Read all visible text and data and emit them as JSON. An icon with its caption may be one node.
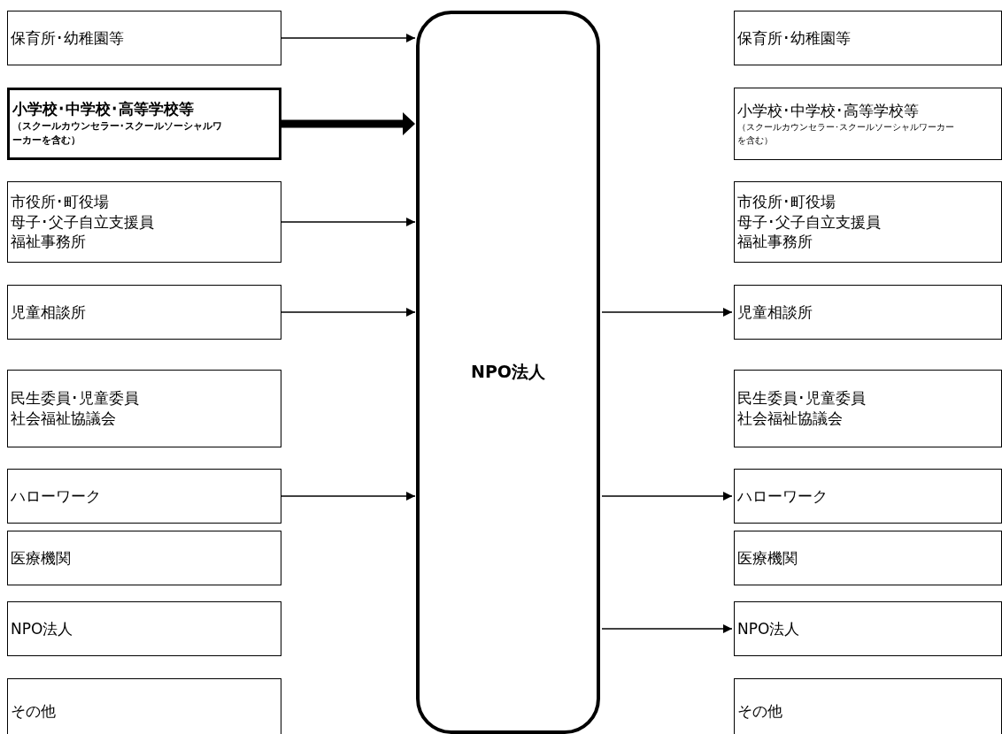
{
  "diagram": {
    "nodes": [
      {
        "text": [
          "保育所･幼稚園等"
        ]
      },
      {
        "text": [
          "小学校･中学校･高等学校等",
          "（スクールカウンセラー･スクールソーシャルワーカーを含む）"
        ]
      },
      {
        "text": [
          "市役所･町役場",
          "母子･父子自立支援員",
          "福祉事務所"
        ]
      },
      {
        "text": [
          "児童相談所"
        ]
      },
      {
        "text": [
          "民生委員･児童委員",
          "社会福祉協議会"
        ]
      },
      {
        "text": [
          "ハローワーク"
        ]
      },
      {
        "text": [
          "医療機関"
        ]
      },
      {
        "text": [
          "NPO法人"
        ]
      },
      {
        "text": [
          "その他"
        ]
      },
      {
        "text": [
          "NPO法人"
        ]
      },
      {
        "text": [
          "保育所･幼稚園等"
        ]
      },
      {
        "text": [
          "小学校･中学校･高等学校等",
          "（スクールカウンセラー･スクールソーシャルワーカーを含む）"
        ]
      },
      {
        "text": [
          "市役所･町役場",
          "母子･父子自立支援員",
          "福祉事務所"
        ]
      },
      {
        "text": [
          "児童相談所"
        ]
      },
      {
        "text": [
          "民生委員･児童委員",
          "社会福祉協議会"
        ]
      },
      {
        "text": [
          "ハローワーク"
        ]
      },
      {
        "text": [
          "医療機関"
        ]
      },
      {
        "text": [
          "NPO法人"
        ]
      },
      {
        "text": [
          "その他"
        ]
      }
    ],
    "edges": [
      {
        "from": 0,
        "to": 9,
        "arrow": "to"
      },
      {
        "from": 1,
        "to": 9,
        "arrow": "to",
        "style": "thick"
      },
      {
        "from": 2,
        "to": 9,
        "arrow": "to"
      },
      {
        "from": 3,
        "to": 9,
        "arrow": "to"
      },
      {
        "from": 5,
        "to": 9,
        "arrow": "to"
      },
      {
        "from": 9,
        "to": 13,
        "arrow": "to"
      },
      {
        "from": 9,
        "to": 15,
        "arrow": "to"
      },
      {
        "from": 9,
        "to": 17,
        "arrow": "to"
      }
    ]
  }
}
